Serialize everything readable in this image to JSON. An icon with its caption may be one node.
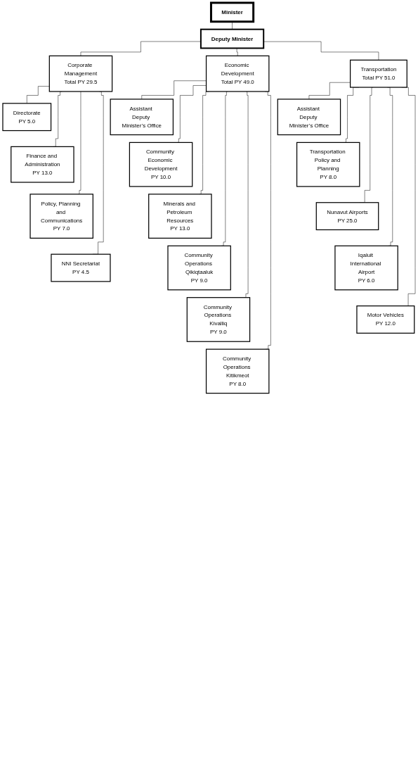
{
  "diagram": {
    "nodes": [
      {
        "text": [
          "Minister"
        ]
      },
      {
        "text": [
          "Deputy Minister"
        ]
      },
      {
        "text": [
          "Corporate Management",
          "Total PY 29.5"
        ]
      },
      {
        "text": [
          "Economic Development",
          "Total PY 49.0"
        ]
      },
      {
        "text": [
          "Transportation",
          "Total PY 51.0"
        ]
      },
      {
        "text": [
          "Directorate",
          "PY 5.0"
        ]
      },
      {
        "text": [
          "Finance and Administration",
          "PY 13.0"
        ]
      },
      {
        "text": [
          "Policy, Planning and Communications",
          "PY 7.0"
        ]
      },
      {
        "text": [
          "NNI Secretariat",
          "PY 4.5"
        ]
      },
      {
        "text": [
          "Assistant Deputy Minister’s Office"
        ]
      },
      {
        "text": [
          "Community Economic Development",
          "PY 10.0"
        ]
      },
      {
        "text": [
          "Minerals and Petroleum Resources",
          "PY 13.0"
        ]
      },
      {
        "text": [
          "Community Operations Qikiqtaaluk",
          "PY 9.0"
        ]
      },
      {
        "text": [
          "Community Operations Kivalliq",
          "PY 9.0"
        ]
      },
      {
        "text": [
          "Community Operations Kitikmeot",
          "PY 8.0"
        ]
      },
      {
        "text": [
          "Assistant Deputy Minister’s Office"
        ]
      },
      {
        "text": [
          "Transportation Policy and Planning",
          "PY 8.0"
        ]
      },
      {
        "text": [
          "Nunavut Airports",
          "PY 25.0"
        ]
      },
      {
        "text": [
          "Iqaluit International Airport",
          "PY 6.0"
        ]
      },
      {
        "text": [
          "Motor Vehicles",
          "PY 12.0"
        ]
      }
    ],
    "edges": [
      {
        "from": 0,
        "to": 1,
        "arrow": "none"
      },
      {
        "from": 1,
        "to": 2,
        "arrow": "none"
      },
      {
        "from": 1,
        "to": 3,
        "arrow": "none"
      },
      {
        "from": 1,
        "to": 4,
        "arrow": "none"
      },
      {
        "from": 2,
        "to": 5,
        "arrow": "none"
      },
      {
        "from": 2,
        "to": 6,
        "arrow": "none"
      },
      {
        "from": 2,
        "to": 7,
        "arrow": "none"
      },
      {
        "from": 2,
        "to": 8,
        "arrow": "none"
      },
      {
        "from": 3,
        "to": 9,
        "arrow": "none"
      },
      {
        "from": 3,
        "to": 10,
        "arrow": "none"
      },
      {
        "from": 3,
        "to": 11,
        "arrow": "none"
      },
      {
        "from": 3,
        "to": 12,
        "arrow": "none"
      },
      {
        "from": 3,
        "to": 13,
        "arrow": "none"
      },
      {
        "from": 3,
        "to": 14,
        "arrow": "none"
      },
      {
        "from": 4,
        "to": 15,
        "arrow": "none"
      },
      {
        "from": 4,
        "to": 16,
        "arrow": "none"
      },
      {
        "from": 4,
        "to": 17,
        "arrow": "none"
      },
      {
        "from": 4,
        "to": 18,
        "arrow": "none"
      },
      {
        "from": 4,
        "to": 19,
        "arrow": "none"
      }
    ]
  }
}
